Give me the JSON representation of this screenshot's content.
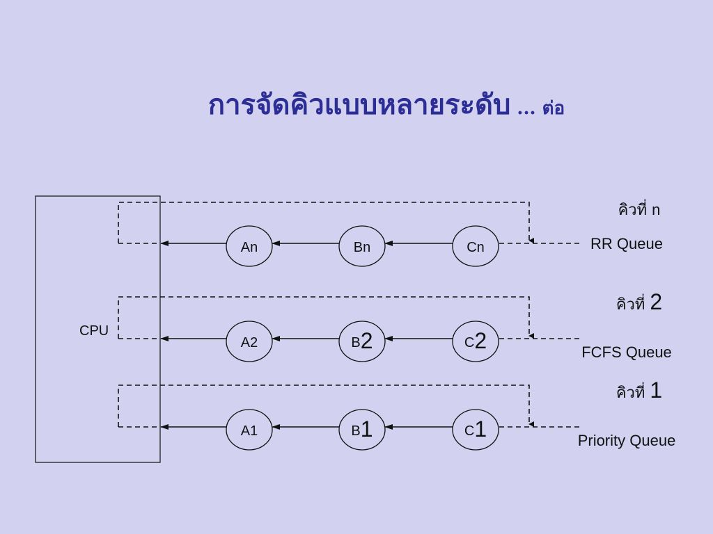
{
  "slide": {
    "title_main": "การจัดคิวแบบหลายระดับ",
    "title_suffix": " ... ต่อ"
  },
  "cpu": {
    "label": "CPU"
  },
  "queues": [
    {
      "id": "n",
      "label_prefix": "คิวที่ ",
      "label_number": "n",
      "name": "RR Queue",
      "nodes": [
        {
          "main": "An",
          "big": ""
        },
        {
          "main": "Bn",
          "big": ""
        },
        {
          "main": "Cn",
          "big": ""
        }
      ]
    },
    {
      "id": "2",
      "label_prefix": "คิวที่ ",
      "label_number": "2",
      "name": "FCFS Queue",
      "nodes": [
        {
          "main": "A2",
          "big": ""
        },
        {
          "main": "B",
          "big": "2"
        },
        {
          "main": "C",
          "big": "2"
        }
      ]
    },
    {
      "id": "1",
      "label_prefix": "คิวที่ ",
      "label_number": "1",
      "name": "Priority Queue",
      "nodes": [
        {
          "main": "A1",
          "big": ""
        },
        {
          "main": "B",
          "big": "1"
        },
        {
          "main": "C",
          "big": "1"
        }
      ]
    }
  ],
  "colors": {
    "background": "#d2d2f0",
    "title": "#2d2d96",
    "stroke": "#111111"
  }
}
